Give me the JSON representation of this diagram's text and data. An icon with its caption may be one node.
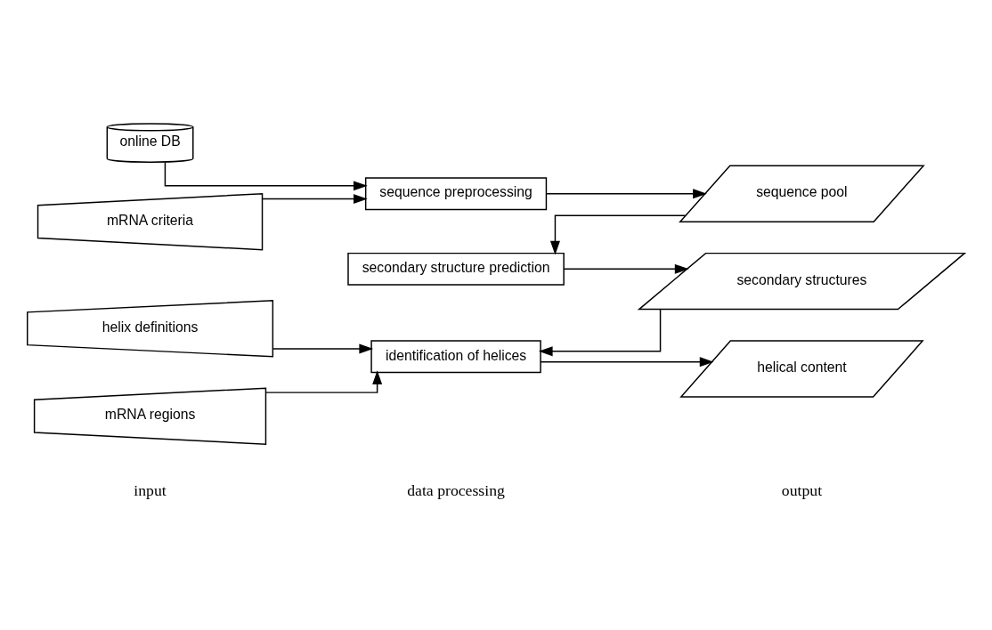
{
  "diagram": {
    "nodes": [
      {
        "text": [
          "online DB"
        ]
      },
      {
        "text": [
          "mRNA criteria"
        ]
      },
      {
        "text": [
          "helix definitions"
        ]
      },
      {
        "text": [
          "mRNA regions"
        ]
      },
      {
        "text": [
          "sequence preprocessing"
        ]
      },
      {
        "text": [
          "secondary structure prediction"
        ]
      },
      {
        "text": [
          "identification of helices"
        ]
      },
      {
        "text": [
          "sequence pool"
        ]
      },
      {
        "text": [
          "secondary structures"
        ]
      },
      {
        "text": [
          "helical content"
        ]
      }
    ],
    "edges": [
      {
        "from": 0,
        "to": 4,
        "arrow": "to"
      },
      {
        "from": 1,
        "to": 4,
        "arrow": "to"
      },
      {
        "from": 4,
        "to": 7,
        "arrow": "to"
      },
      {
        "from": 7,
        "to": 5,
        "arrow": "to"
      },
      {
        "from": 5,
        "to": 8,
        "arrow": "to"
      },
      {
        "from": 2,
        "to": 6,
        "arrow": "to"
      },
      {
        "from": 3,
        "to": 6,
        "arrow": "to"
      },
      {
        "from": 8,
        "to": 6,
        "arrow": "to"
      },
      {
        "from": 6,
        "to": 9,
        "arrow": "to"
      }
    ],
    "labels": [
      "input",
      "data processing",
      "output"
    ]
  }
}
